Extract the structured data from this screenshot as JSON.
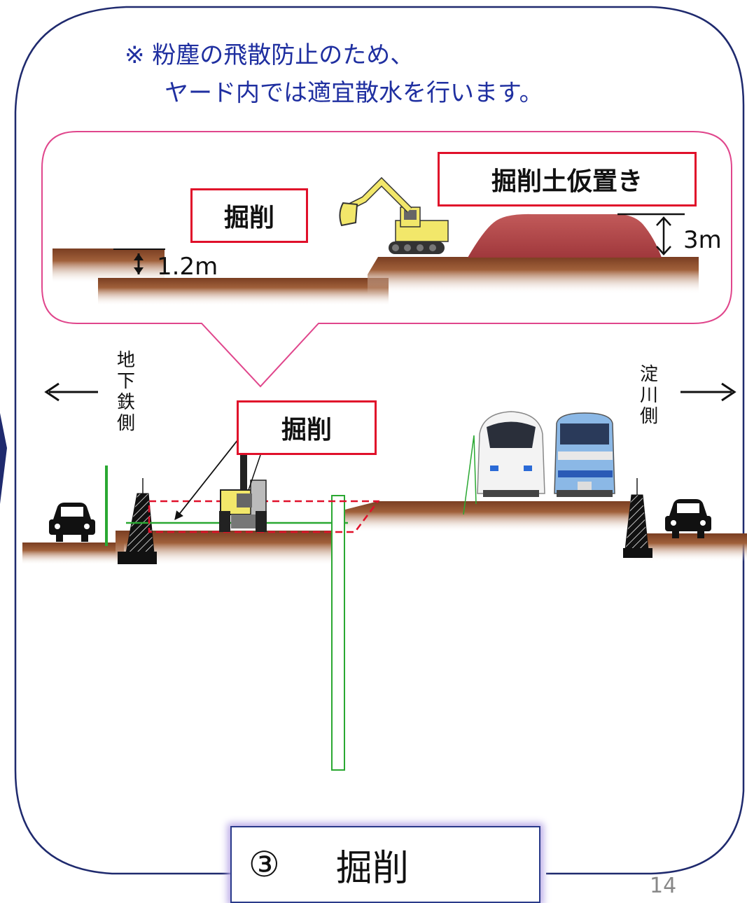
{
  "note": {
    "line1": "※  粉塵の飛散防止のため、",
    "line2": "ヤード内では適宜散水を行います。"
  },
  "inset": {
    "excavation_label": "掘削",
    "stockpile_label": "掘削土仮置き",
    "depth_value": "1.2m",
    "height_value": "3m"
  },
  "main": {
    "excavation_label": "掘削",
    "left_direction": "地下鉄側",
    "right_direction": "淀川側"
  },
  "stage": {
    "number": "③",
    "label": "掘削"
  },
  "page_number": "14",
  "colors": {
    "frame": "#1f2a6e",
    "callout": "#e0468c",
    "label_border": "#e0102a",
    "ground": "#8a4a2a",
    "stockpile": "#b5464a",
    "note_text": "#1f2fa0",
    "support": "#2aa832"
  }
}
